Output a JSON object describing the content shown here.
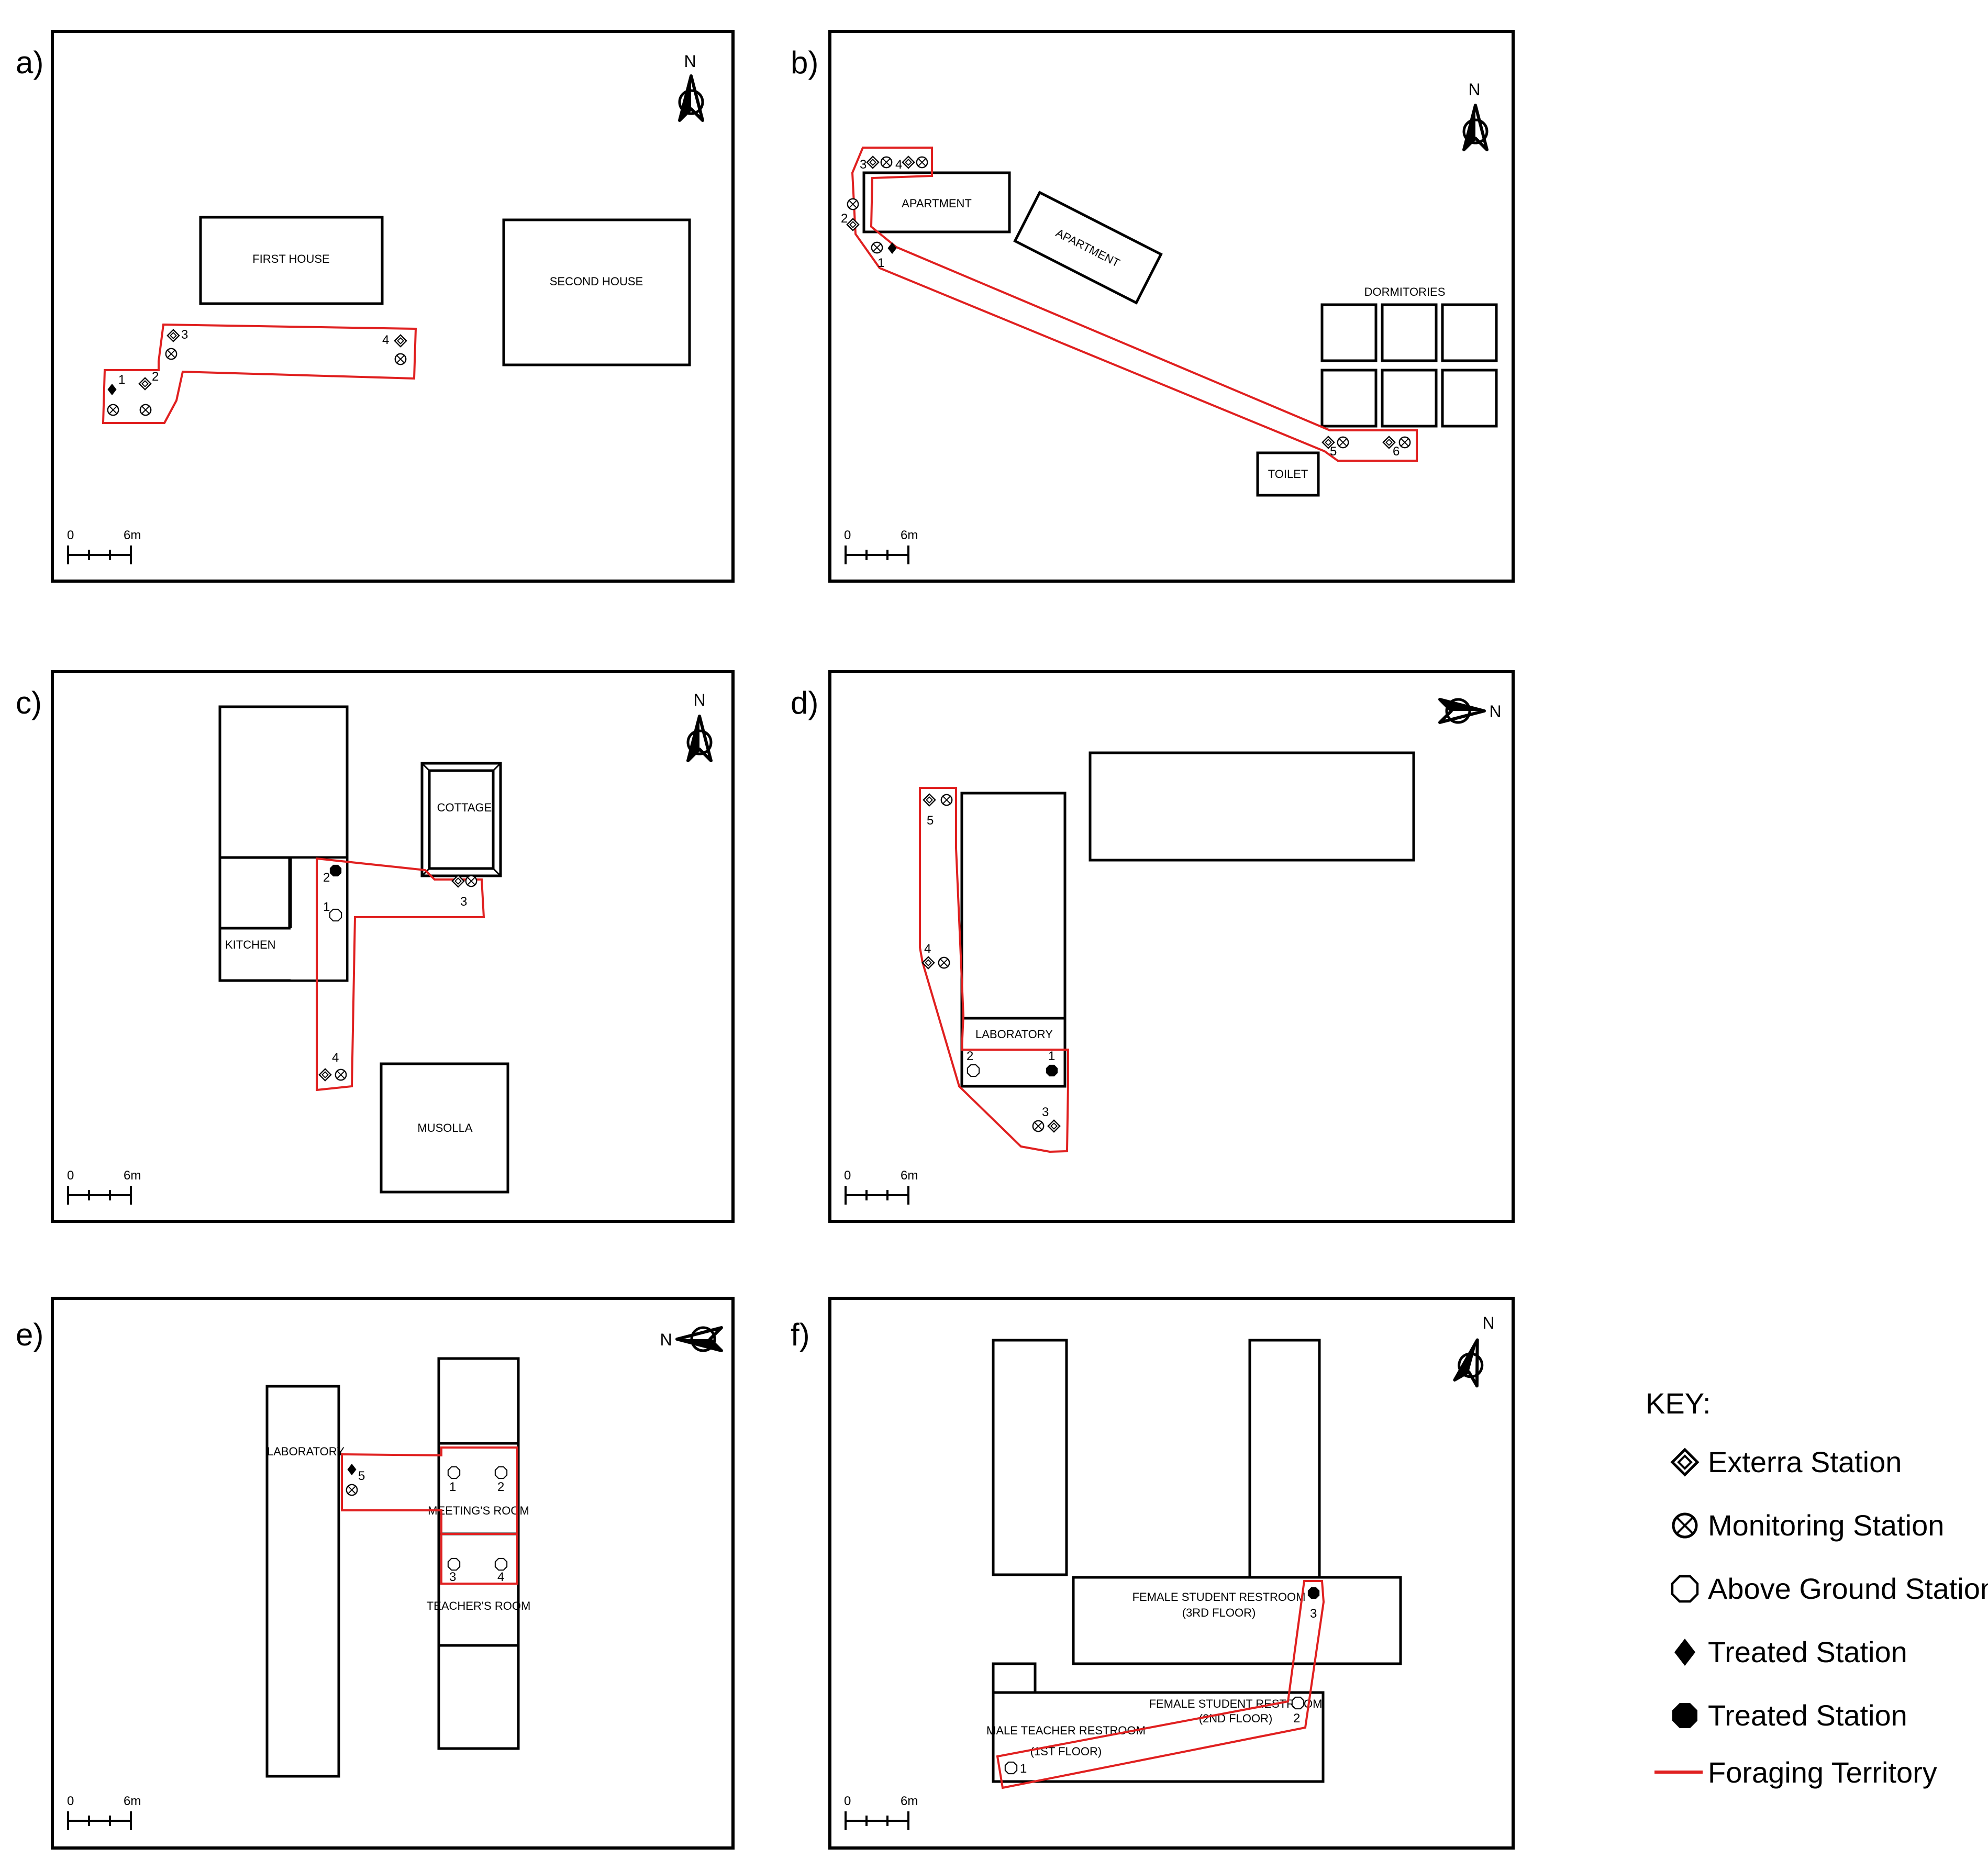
{
  "panels": [
    {
      "id": "a",
      "letter": "a)",
      "buildings": [
        "FIRST HOUSE",
        "SECOND HOUSE"
      ],
      "station_numbers": [
        "1",
        "2",
        "3",
        "4"
      ]
    },
    {
      "id": "b",
      "letter": "b)",
      "buildings": [
        "APARTMENT",
        "APARTMENT",
        "DORMITORIES",
        "TOILET"
      ],
      "station_numbers": [
        "1",
        "2",
        "3",
        "4",
        "5",
        "6"
      ]
    },
    {
      "id": "c",
      "letter": "c)",
      "buildings": [
        "KITCHEN",
        "COTTAGE",
        "MUSOLLA"
      ],
      "station_numbers": [
        "1",
        "2",
        "3",
        "4"
      ]
    },
    {
      "id": "d",
      "letter": "d)",
      "buildings": [
        "LABORATORY"
      ],
      "station_numbers": [
        "1",
        "2",
        "3",
        "4",
        "5"
      ]
    },
    {
      "id": "e",
      "letter": "e)",
      "buildings": [
        "LABORATORY",
        "MEETING'S ROOM",
        "TEACHER'S ROOM"
      ],
      "station_numbers": [
        "1",
        "2",
        "3",
        "4",
        "5"
      ]
    },
    {
      "id": "f",
      "letter": "f)",
      "buildings": [
        "FEMALE STUDENT RESTROOM",
        "(3RD FLOOR)",
        "FEMALE STUDENT RESTROOM",
        "(2ND FLOOR)",
        "MALE TEACHER RESTROOM",
        "(1ST FLOOR)"
      ],
      "station_numbers": [
        "1",
        "2",
        "3"
      ]
    }
  ],
  "north_label": "N",
  "scale": {
    "zero": "0",
    "distance": "6m"
  },
  "key": {
    "title": "KEY:",
    "items": [
      {
        "symbol": "exterra-icon",
        "label": "Exterra Station"
      },
      {
        "symbol": "monitoring-icon",
        "label": "Monitoring Station"
      },
      {
        "symbol": "above-ground-icon",
        "label": "Above Ground Station"
      },
      {
        "symbol": "treated-diamond-icon",
        "label": "Treated Station"
      },
      {
        "symbol": "treated-octagon-icon",
        "label": "Treated Station"
      },
      {
        "symbol": "foraging-line-icon",
        "label": "Foraging Territory"
      }
    ]
  },
  "colors": {
    "territory": "#e02020",
    "ink": "#000000"
  }
}
